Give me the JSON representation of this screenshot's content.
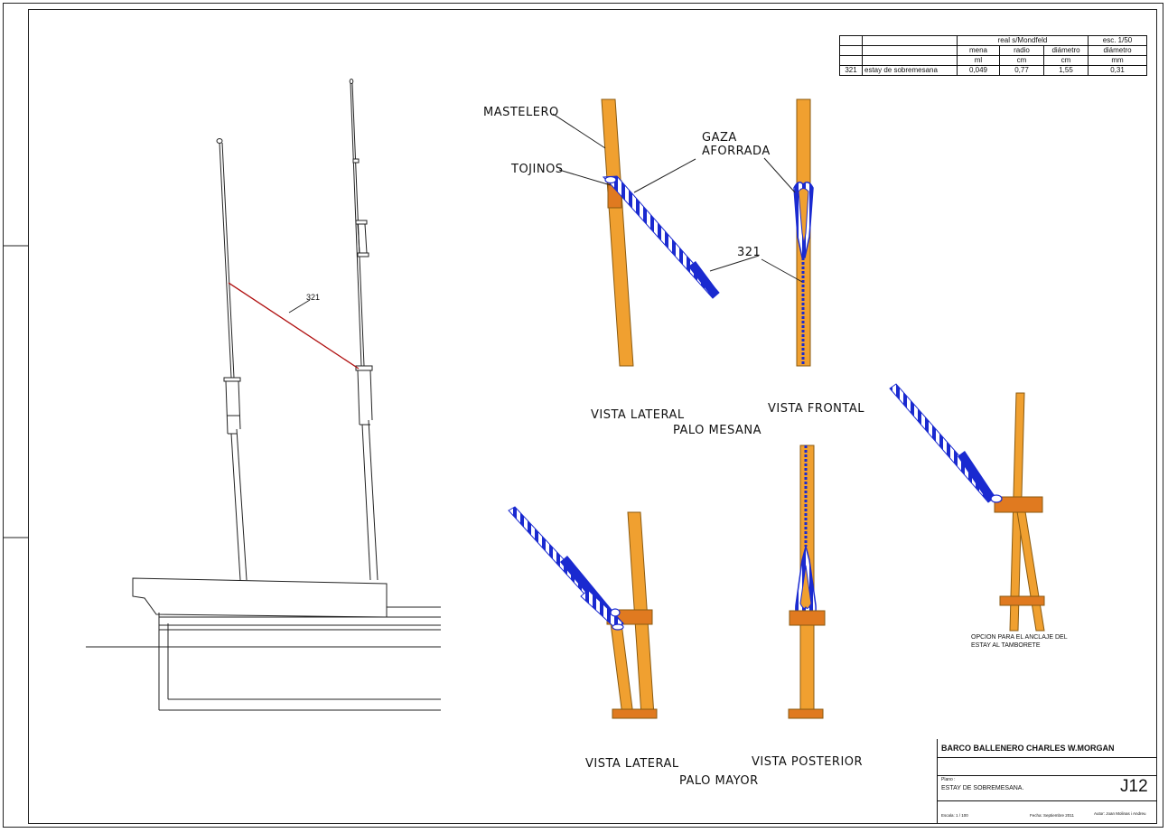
{
  "spec_table": {
    "header_groups": [
      "real s/Mondfeld",
      "esc. 1/50"
    ],
    "columns": [
      "mena",
      "radio",
      "diámetro",
      "diámetro"
    ],
    "units": [
      "ml",
      "cm",
      "cm",
      "mm"
    ],
    "row": {
      "number": "321",
      "name": "estay de sobremesana",
      "values": [
        "0,049",
        "0,77",
        "1,55",
        "0,31"
      ]
    }
  },
  "labels": {
    "overview_ref": "321",
    "mastelero": "MASTELERO",
    "tojinos": "TOJINOS",
    "gaza_1": "GAZA",
    "gaza_2": "AFORRADA",
    "ref_321": "321",
    "vista_lateral_top": "VISTA LATERAL",
    "vista_frontal": "VISTA FRONTAL",
    "palo_mesana": "PALO MESANA",
    "vista_lateral_bottom": "VISTA LATERAL",
    "vista_posterior": "VISTA POSTERIOR",
    "palo_mayor": "PALO MAYOR",
    "option_note_1": "OPCION PARA EL ANCLAJE DEL",
    "option_note_2": "ESTAY AL TAMBORETE"
  },
  "title_block": {
    "ship": "BARCO BALLENERO CHARLES W.MORGAN",
    "plano_label": "Plano :",
    "plano_title": "ESTAY DE SOBREMESANA.",
    "sheet": "J12",
    "scale": "Escala: 1 / 100",
    "date": "Fecha: Septiembre 2011",
    "author": "Autor: Joan Molinas i Andreu"
  },
  "colors": {
    "mast_wood": "#f0a030",
    "mast_edge": "#8a5a10",
    "cleat": "#e07a20",
    "rope_blue": "#1a2ad0",
    "stay_red": "#b01010"
  }
}
